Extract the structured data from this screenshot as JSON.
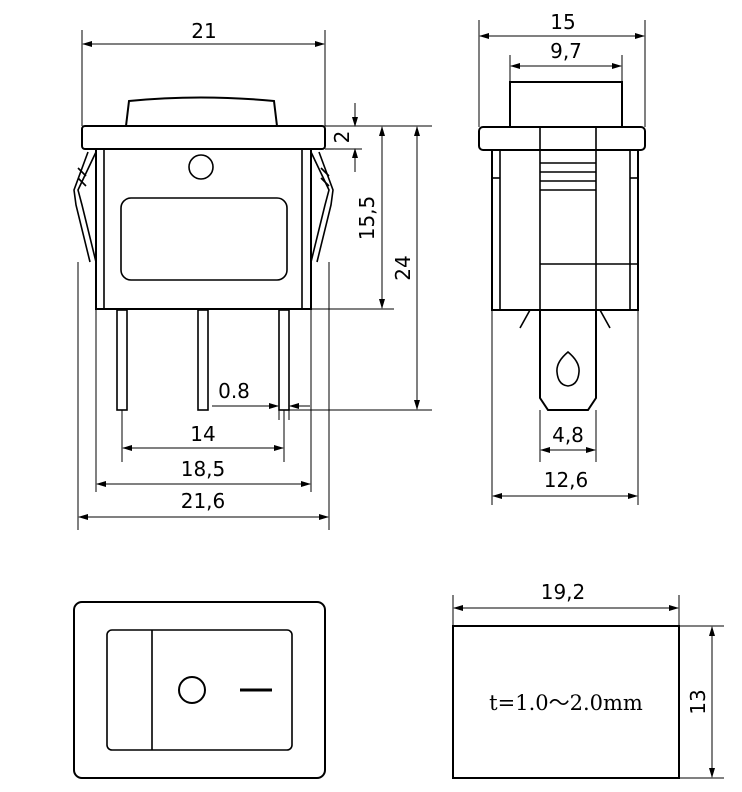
{
  "front_view": {
    "dim_top_width": "21",
    "dim_flange": "2",
    "dim_body_height": "15,5",
    "dim_total_height": "24",
    "dim_pin_thickness": "0.8",
    "dim_pin_outer": "14",
    "dim_housing": "18,5",
    "dim_overall_width": "21,6"
  },
  "side_view": {
    "dim_top_width": "15",
    "dim_rocker_width": "9,7",
    "dim_terminal_width": "4,8",
    "dim_body_width": "12,6"
  },
  "cutout_view": {
    "dim_width": "19,2",
    "dim_height": "13",
    "panel_thickness_note": "t=1.0～2.0mm"
  }
}
